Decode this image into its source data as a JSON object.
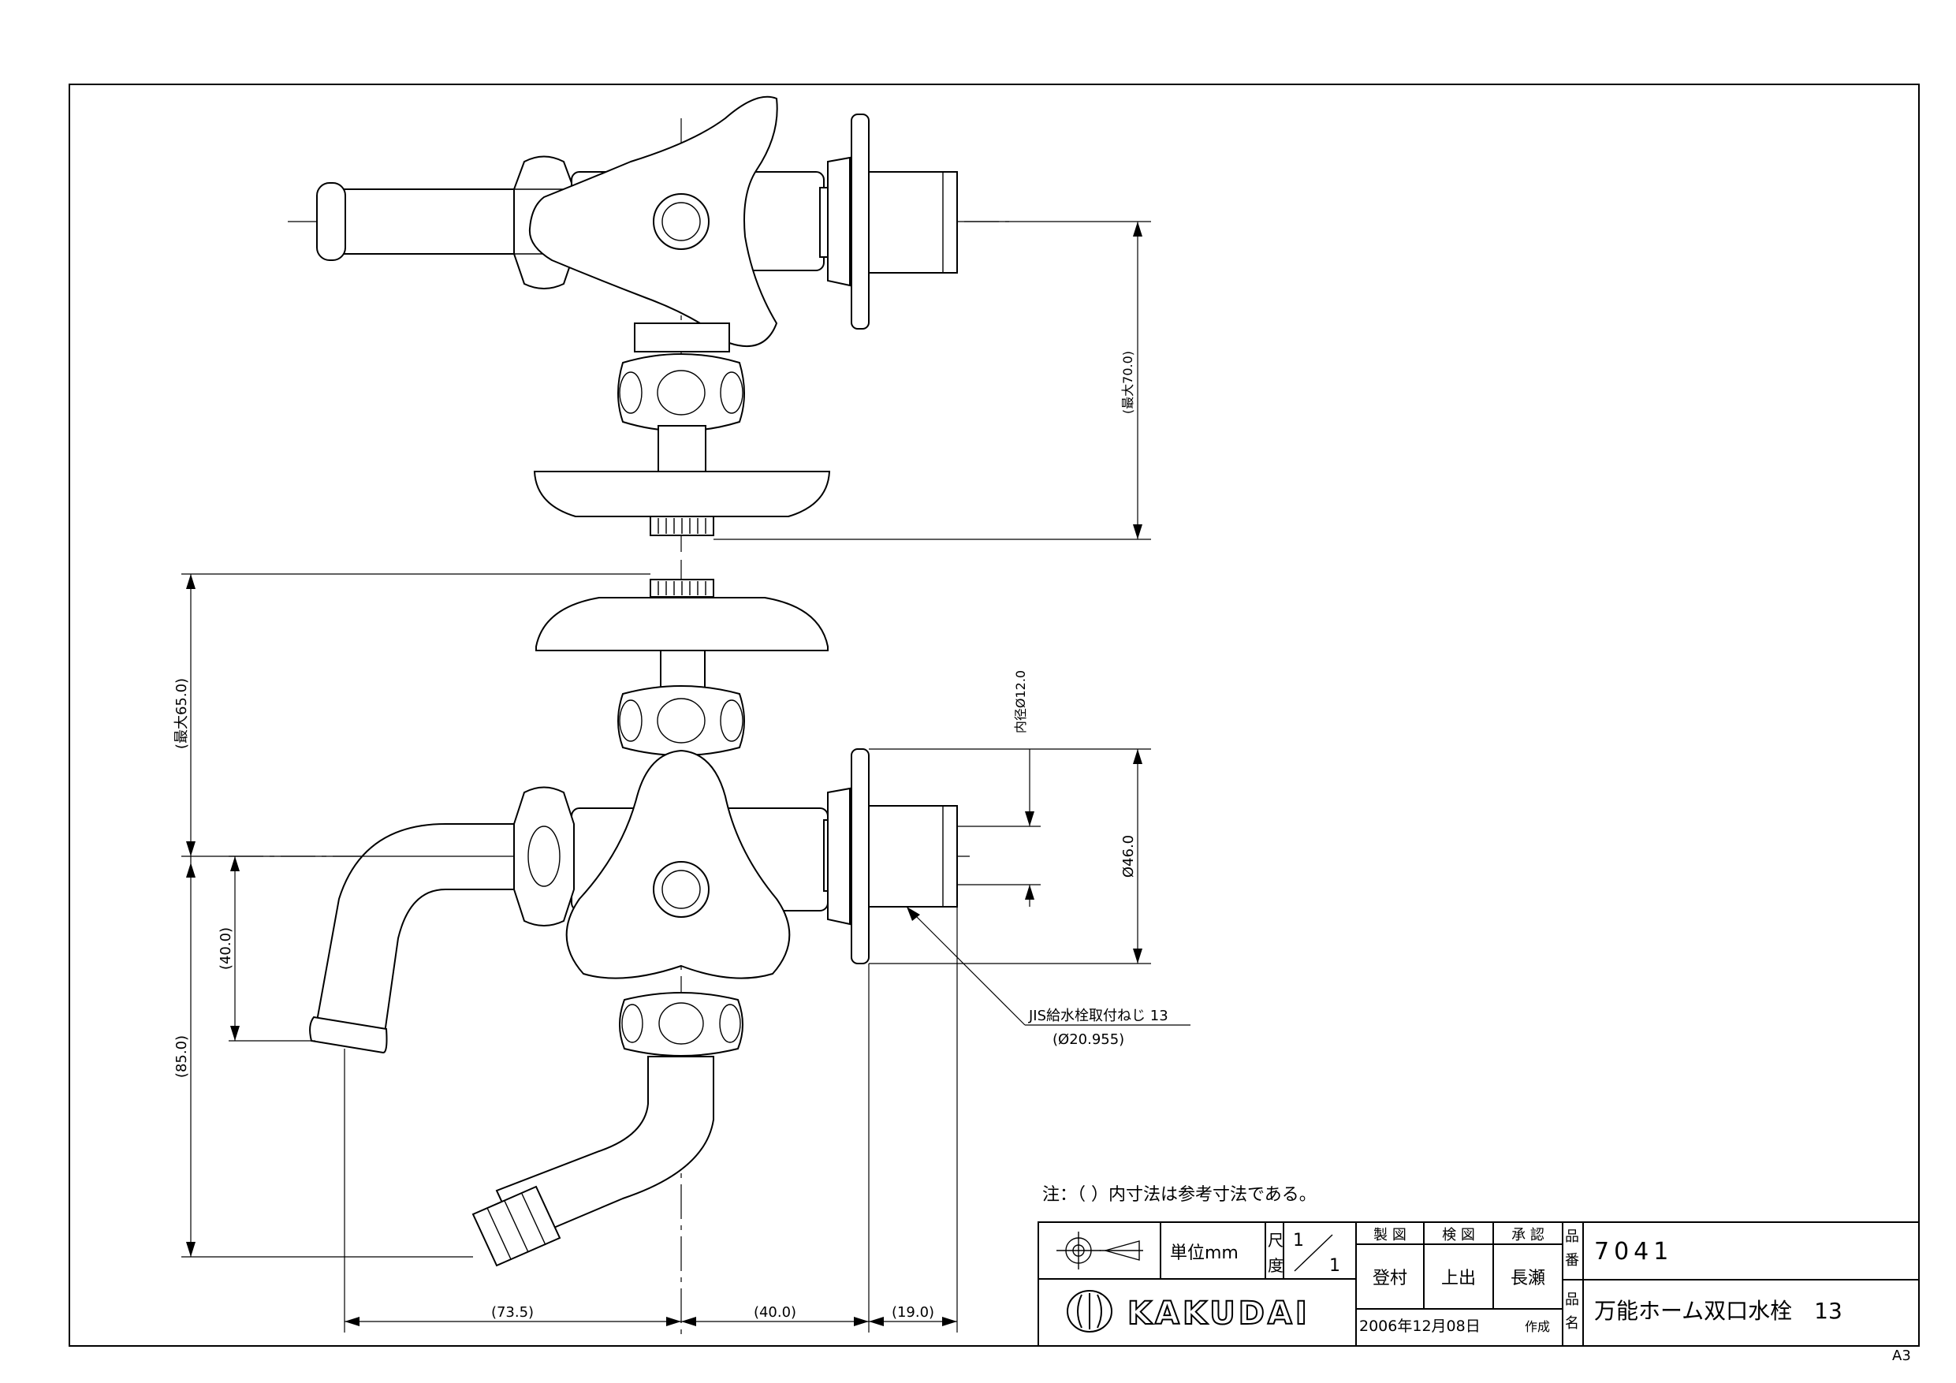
{
  "dimensions": {
    "top_max_height": "(最大70.0)",
    "front_max_height": "(最大65.0)",
    "inner_diameter": "内径Ø12.0",
    "flange_diameter": "Ø46.0",
    "spout_drop": "(40.0)",
    "hose_drop": "(85.0)",
    "spout_reach": "(73.5)",
    "center_to_face": "(40.0)",
    "thread_length": "(19.0)",
    "thread_spec": "JIS給水栓取付ねじ 13",
    "thread_diameter": "(Ø20.955)"
  },
  "note": "注：（ ）内寸法は参考寸法である。",
  "title_block": {
    "unit_label": "単位mm",
    "scale_label_1": "尺",
    "scale_label_2": "度",
    "scale_num": "1",
    "scale_den": "1",
    "drawn_label": "製 図",
    "checked_label": "検 図",
    "approved_label": "承 認",
    "drawn_by": "登村",
    "checked_by": "上出",
    "approved_by": "長瀬",
    "part_no_label_1": "品",
    "part_no_label_2": "番",
    "part_no": "7041",
    "part_name_label_1": "品",
    "part_name_label_2": "名",
    "part_name": "万能ホーム双口水栓　13",
    "date": "2006年12月08日",
    "date_suffix": "作成",
    "brand": "KAKUDAI"
  },
  "sheet_size": "A3"
}
